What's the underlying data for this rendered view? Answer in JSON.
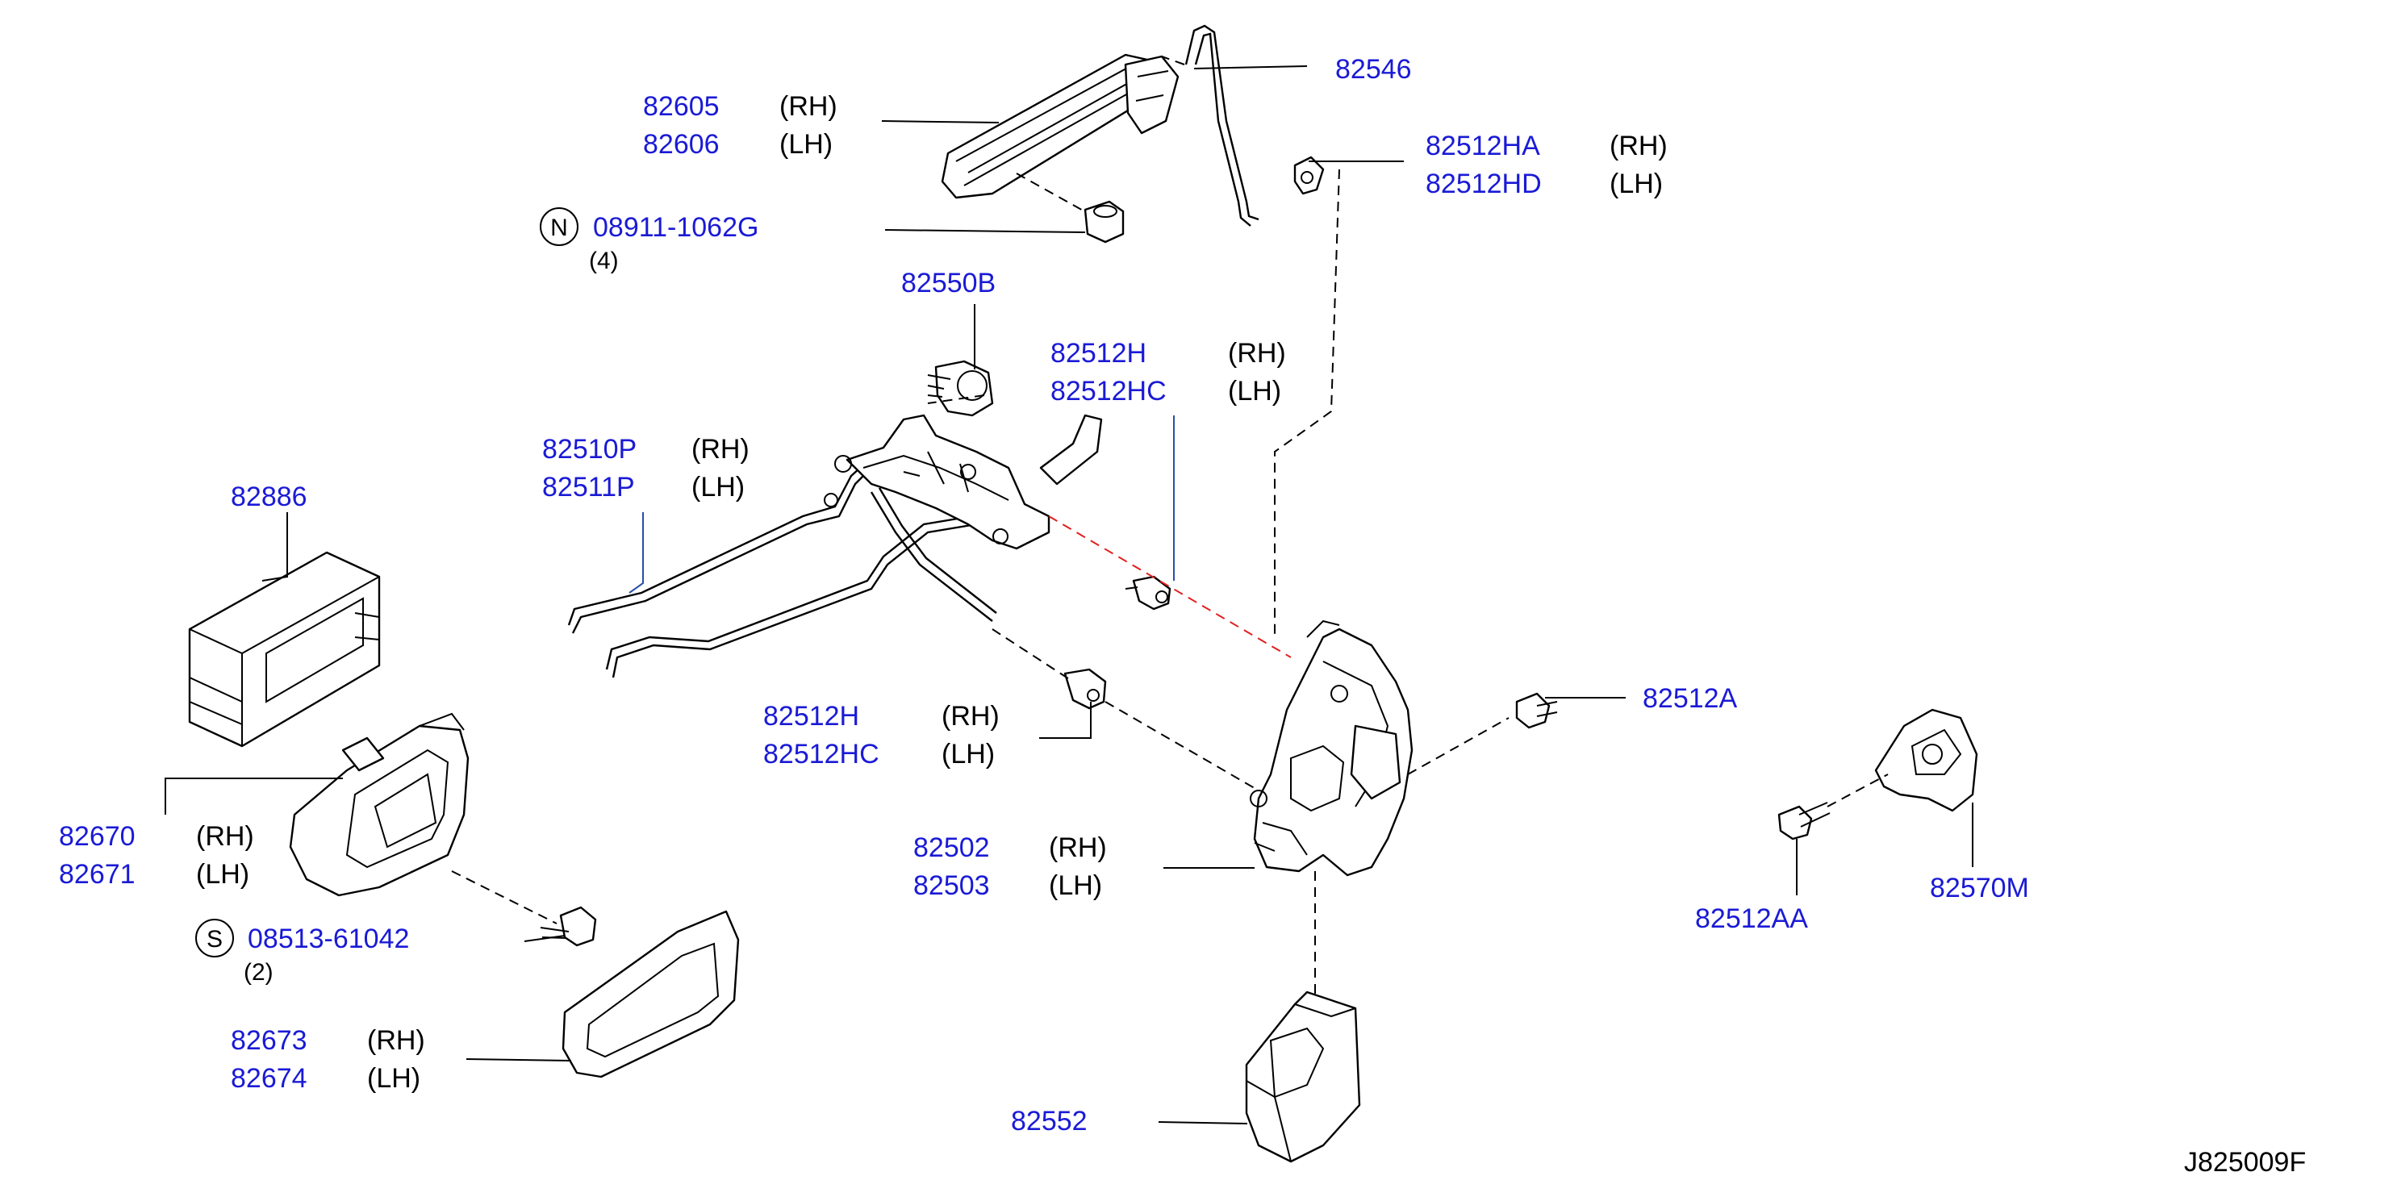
{
  "diagram_code": "J825009F",
  "side_labels": {
    "rh": "(RH)",
    "lh": "(LH)"
  },
  "callouts": {
    "c82546": {
      "part": "82546"
    },
    "c82605": {
      "rh": "82605",
      "lh": "82606"
    },
    "c82512HA": {
      "rh": "82512HA",
      "lh": "82512HD"
    },
    "c08911": {
      "symbol": "N",
      "part": "08911-1062G",
      "qty": "(4)"
    },
    "c82550B": {
      "part": "82550B"
    },
    "c82512H_upper": {
      "rh": "82512H",
      "lh": "82512HC"
    },
    "c82510P": {
      "rh": "82510P",
      "lh": "82511P"
    },
    "c82886": {
      "part": "82886"
    },
    "c82512H_lower": {
      "rh": "82512H",
      "lh": "82512HC"
    },
    "c82512A": {
      "part": "82512A"
    },
    "c82670": {
      "rh": "82670",
      "lh": "82671"
    },
    "c82502": {
      "rh": "82502",
      "lh": "82503"
    },
    "c82570M": {
      "part": "82570M"
    },
    "c82512AA": {
      "part": "82512AA"
    },
    "c08513": {
      "symbol": "S",
      "part": "08513-61042",
      "qty": "(2)"
    },
    "c82673": {
      "rh": "82673",
      "lh": "82674"
    },
    "c82552": {
      "part": "82552"
    }
  }
}
